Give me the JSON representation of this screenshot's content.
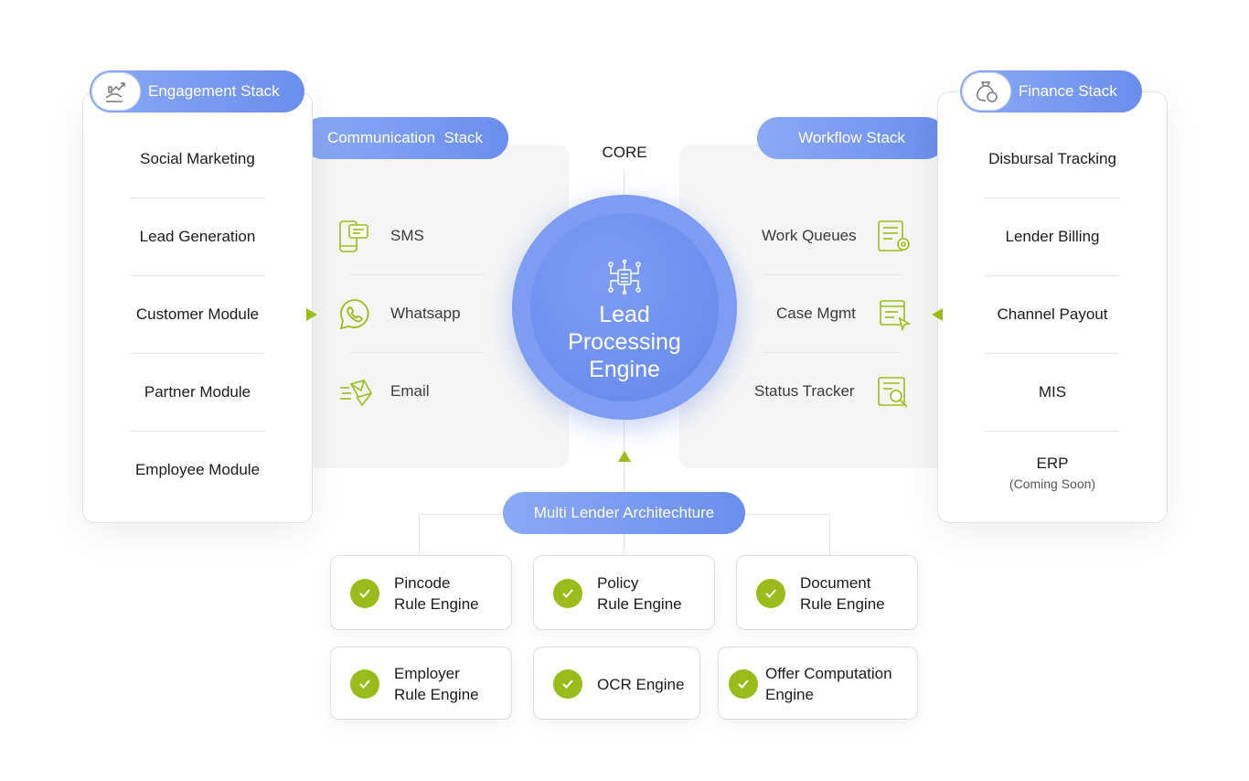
{
  "engagement": {
    "title": "Engagement Stack",
    "icon": "handshake-growth-icon",
    "items": [
      "Social Marketing",
      "Lead Generation",
      "Customer Module",
      "Partner Module",
      "Employee Module"
    ]
  },
  "communication": {
    "title": "Communication  Stack",
    "items": [
      {
        "label": "SMS",
        "icon": "sms-phone-icon"
      },
      {
        "label": "Whatsapp",
        "icon": "whatsapp-icon"
      },
      {
        "label": "Email",
        "icon": "email-send-icon"
      }
    ]
  },
  "core": {
    "label": "CORE",
    "title_lines": [
      "Lead",
      "Processing",
      "Engine"
    ],
    "icon": "circuit-chip-icon"
  },
  "workflow": {
    "title": "Workflow Stack",
    "items": [
      {
        "label": "Work Queues",
        "icon": "queue-settings-icon"
      },
      {
        "label": "Case Mgmt",
        "icon": "case-document-icon"
      },
      {
        "label": "Status Tracker",
        "icon": "status-search-icon"
      }
    ]
  },
  "finance": {
    "title": "Finance Stack",
    "icon": "money-bag-icon",
    "items": [
      "Disbursal Tracking",
      "Lender Billing",
      "Channel Payout",
      "MIS",
      "ERP"
    ],
    "erp_note": "(Coming Soon)"
  },
  "multi_lender": {
    "title": "Multi Lender Architechture",
    "rules": [
      {
        "line1": "Pincode",
        "line2": "Rule Engine"
      },
      {
        "line1": "Policy",
        "line2": "Rule Engine"
      },
      {
        "line1": "Document",
        "line2": "Rule Engine"
      },
      {
        "line1": "Employer",
        "line2": "Rule Engine"
      },
      {
        "line1": "OCR Engine",
        "line2": ""
      },
      {
        "line1": "Offer Computation",
        "line2": "Engine"
      }
    ]
  },
  "colors": {
    "accent_blue": "#6a8eec",
    "accent_green": "#9bbb1a",
    "panel_gray": "#f5f5f5"
  }
}
